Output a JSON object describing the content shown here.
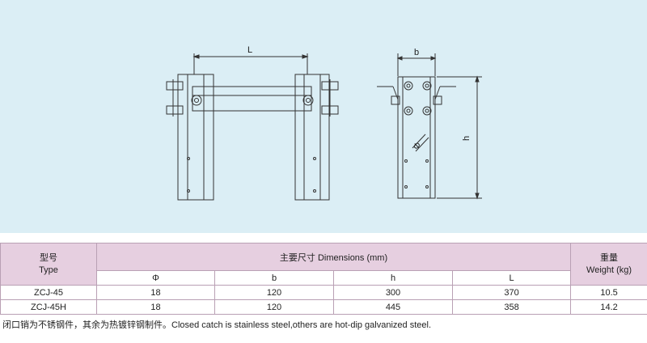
{
  "drawing": {
    "label_L": "L",
    "label_b": "b",
    "label_h": "h",
    "label_phi": "Φ"
  },
  "table": {
    "model_header_cn": "型号",
    "model_header_en": "Type",
    "dimensions_header": "主要尺寸 Dimensions (mm)",
    "weight_header_cn": "重量",
    "weight_header_en": "Weight (kg)",
    "sub_headers": [
      "Φ",
      "b",
      "h",
      "L"
    ],
    "rows": [
      {
        "type": "ZCJ-45",
        "phi": "18",
        "b": "120",
        "h": "300",
        "L": "370",
        "weight": "10.5"
      },
      {
        "type": "ZCJ-45H",
        "phi": "18",
        "b": "120",
        "h": "445",
        "L": "358",
        "weight": "14.2"
      }
    ]
  },
  "note": "闭口销为不锈钢件，其余为热镀锌钢制件。Closed catch is stainless steel,others are hot-dip galvanized steel."
}
